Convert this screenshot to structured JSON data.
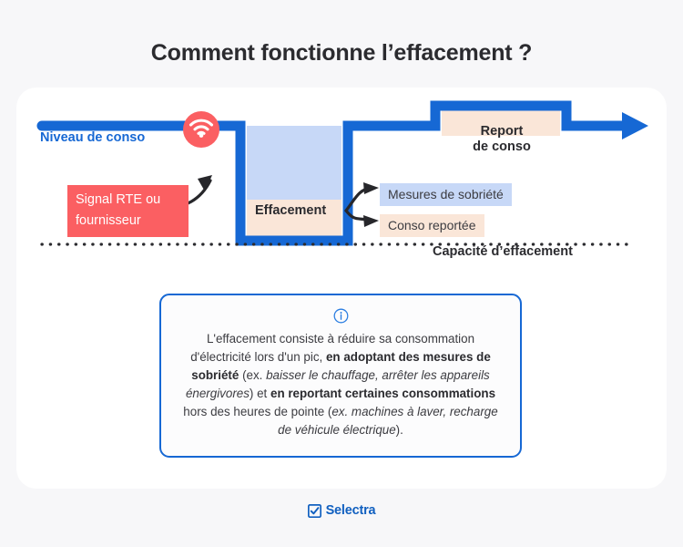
{
  "page": {
    "title": "Comment fonctionne l’effacement ?",
    "background_color": "#f7f7f9",
    "card_color": "#ffffff"
  },
  "colors": {
    "brand_blue": "#1668d4",
    "line_blue": "#1668d4",
    "signal_red": "#fb5f62",
    "sobriete_blue": "#c7d8f7",
    "reportee_peach": "#fae6d8",
    "text_dark": "#2b2b2f"
  },
  "diagram": {
    "baseline_label": "Niveau de conso",
    "signal_badge": "Signal RTE ou fournisseur",
    "signal_icon": "wifi-signal-icon",
    "dip_label": "Effacement",
    "peak_label": "Report\nde conso",
    "peak_label_line1": "Report",
    "peak_label_line2": "de conso",
    "capacity_label": "Capacité d’effacement",
    "callouts": [
      {
        "label": "Mesures de sobriété",
        "color": "#c7d8f7"
      },
      {
        "label": "Conso reportée",
        "color": "#fae6d8"
      }
    ]
  },
  "infobox": {
    "icon": "info-circle-icon",
    "segments": [
      {
        "text": "L'effacement consiste à réduire sa consommation d'électricité lors d'un pic, ",
        "style": "normal"
      },
      {
        "text": "en adoptant des mesures de sobriété",
        "style": "bold"
      },
      {
        "text": " (ex. ",
        "style": "normal"
      },
      {
        "text": "baisser le chauffage, arrêter les appareils énergivores",
        "style": "italic"
      },
      {
        "text": ") et ",
        "style": "normal"
      },
      {
        "text": "en reportant certaines consommations",
        "style": "bold"
      },
      {
        "text": " hors des heures de pointe (",
        "style": "normal"
      },
      {
        "text": "ex. machines à laver, recharge de véhicule électrique",
        "style": "italic"
      },
      {
        "text": ").",
        "style": "normal"
      }
    ]
  },
  "footer": {
    "brand": "Selectra",
    "icon": "checkbox-checked-icon"
  }
}
